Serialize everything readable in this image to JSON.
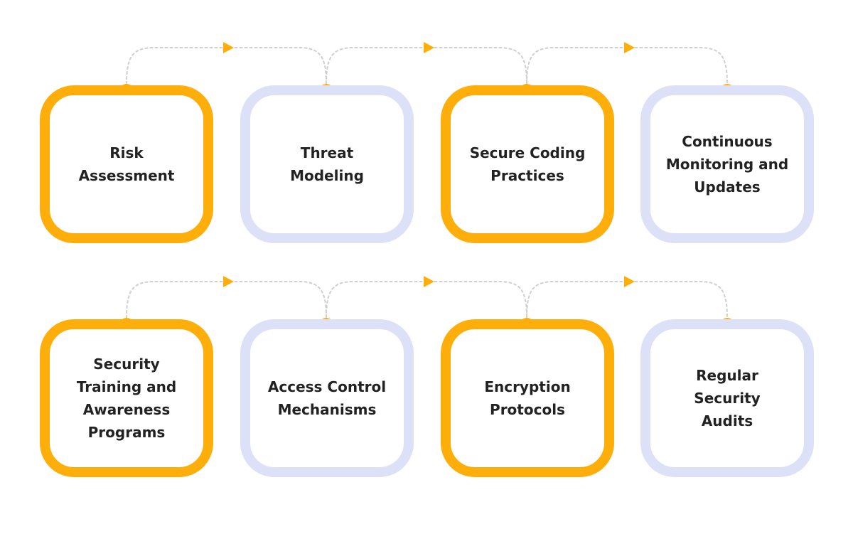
{
  "diagram": {
    "rows": [
      {
        "steps": [
          {
            "label": "Risk\nAssessment",
            "style": "orange"
          },
          {
            "label": "Threat\nModeling",
            "style": "lavender"
          },
          {
            "label": "Secure Coding\nPractices",
            "style": "orange"
          },
          {
            "label": "Continuous\nMonitoring and\nUpdates",
            "style": "lavender"
          }
        ]
      },
      {
        "steps": [
          {
            "label": "Security\nTraining and\nAwareness\nPrograms",
            "style": "orange"
          },
          {
            "label": "Access Control\nMechanisms",
            "style": "lavender"
          },
          {
            "label": "Encryption\nProtocols",
            "style": "orange"
          },
          {
            "label": "Regular Security\nAudits",
            "style": "lavender"
          }
        ]
      }
    ],
    "colors": {
      "orange": "#FDAE0B",
      "lavender": "#DCE1F8",
      "connector": "#CFCFCF",
      "arrow": "#FDAE0B",
      "text": "#222222"
    }
  }
}
